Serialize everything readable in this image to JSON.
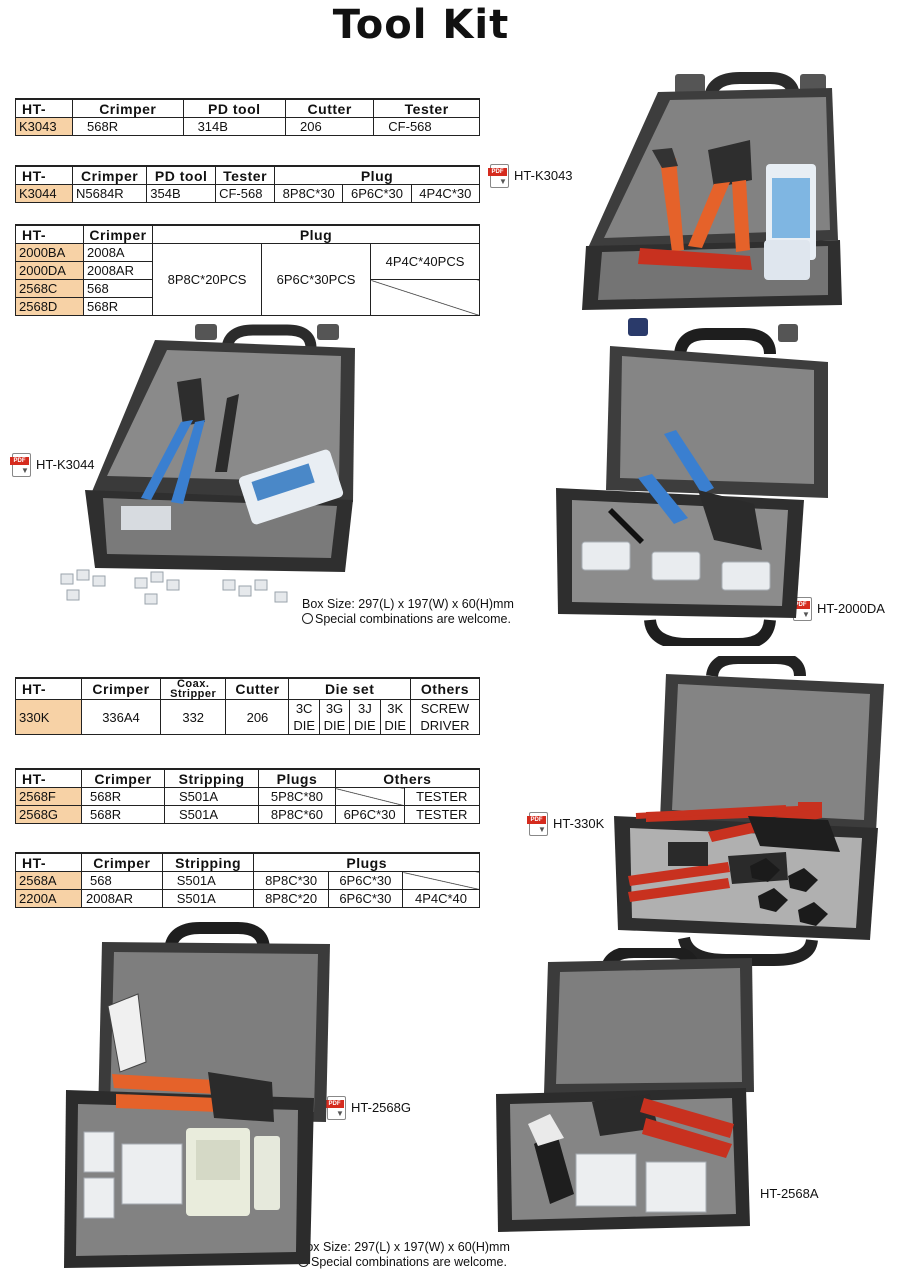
{
  "title": "Tool Kit",
  "colors": {
    "model_cell": "#f7d2a6",
    "case": "#3a3a3a",
    "foam": "#7d7d7d",
    "handle_orange": "#e5622a",
    "handle_blue": "#3a7fd0",
    "handle_red": "#c8311f"
  },
  "tables": {
    "k3043": {
      "header": [
        "HT-",
        "Crimper",
        "PD tool",
        "Cutter",
        "Tester"
      ],
      "row": [
        "K3043",
        "568R",
        "314B",
        "206",
        "CF-568"
      ]
    },
    "k3044": {
      "header": [
        "HT-",
        "Crimper",
        "PD tool",
        "Tester",
        "Plug"
      ],
      "row": [
        "K3044",
        "N5684R",
        "354B",
        "CF-568",
        "8P8C*30",
        "6P6C*30",
        "4P4C*30"
      ]
    },
    "t2000": {
      "header": [
        "HT-",
        "Crimper",
        "Plug"
      ],
      "models": [
        "2000BA",
        "2000DA",
        "2568C",
        "2568D"
      ],
      "crimpers": [
        "2008A",
        "2008AR",
        "568",
        "568R"
      ],
      "plug1": "8P8C*20PCS",
      "plug2": "6P6C*30PCS",
      "plug3": "4P4C*40PCS"
    },
    "t330k": {
      "header": [
        "HT-",
        "Crimper",
        "Coax.",
        "Stripper",
        "Cutter",
        "Die set",
        "Others"
      ],
      "model": "330K",
      "crimper": "336A4",
      "stripper": "332",
      "cutter": "206",
      "dies_top": [
        "3C",
        "3G",
        "3J",
        "3K"
      ],
      "dies_bottom": [
        "DIE",
        "DIE",
        "DIE",
        "DIE"
      ],
      "others_top": "SCREW",
      "others_bottom": "DRIVER"
    },
    "t2568fg": {
      "header": [
        "HT-",
        "Crimper",
        "Stripping",
        "Plugs",
        "Others"
      ],
      "rows": [
        {
          "model": "2568F",
          "crimper": "568R",
          "stripping": "S501A",
          "plugs": "5P8C*80",
          "extra": "",
          "other": "TESTER"
        },
        {
          "model": "2568G",
          "crimper": "568R",
          "stripping": "S501A",
          "plugs": "8P8C*60",
          "extra": "6P6C*30",
          "other": "TESTER"
        }
      ]
    },
    "t2568a": {
      "header": [
        "HT-",
        "Crimper",
        "Stripping",
        "Plugs"
      ],
      "rows": [
        {
          "model": "2568A",
          "crimper": "568",
          "stripping": "S501A",
          "p1": "8P8C*30",
          "p2": "6P6C*30",
          "p3": ""
        },
        {
          "model": "2200A",
          "crimper": "2008AR",
          "stripping": "S501A",
          "p1": "8P8C*20",
          "p2": "6P6C*30",
          "p3": "4P4C*40"
        }
      ]
    }
  },
  "pdf_icon_text": "PDF",
  "labels": {
    "k3043": "HT-K3043",
    "k3044": "HT-K3044",
    "d2000": "HT-2000DA",
    "k330": "HT-330K",
    "g2568": "HT-2568G",
    "a2568": "HT-2568A"
  },
  "notes": {
    "box_size": "Box Size: 297(L) x 197(W) x 60(H)mm",
    "special": "Special combinations are welcome."
  }
}
